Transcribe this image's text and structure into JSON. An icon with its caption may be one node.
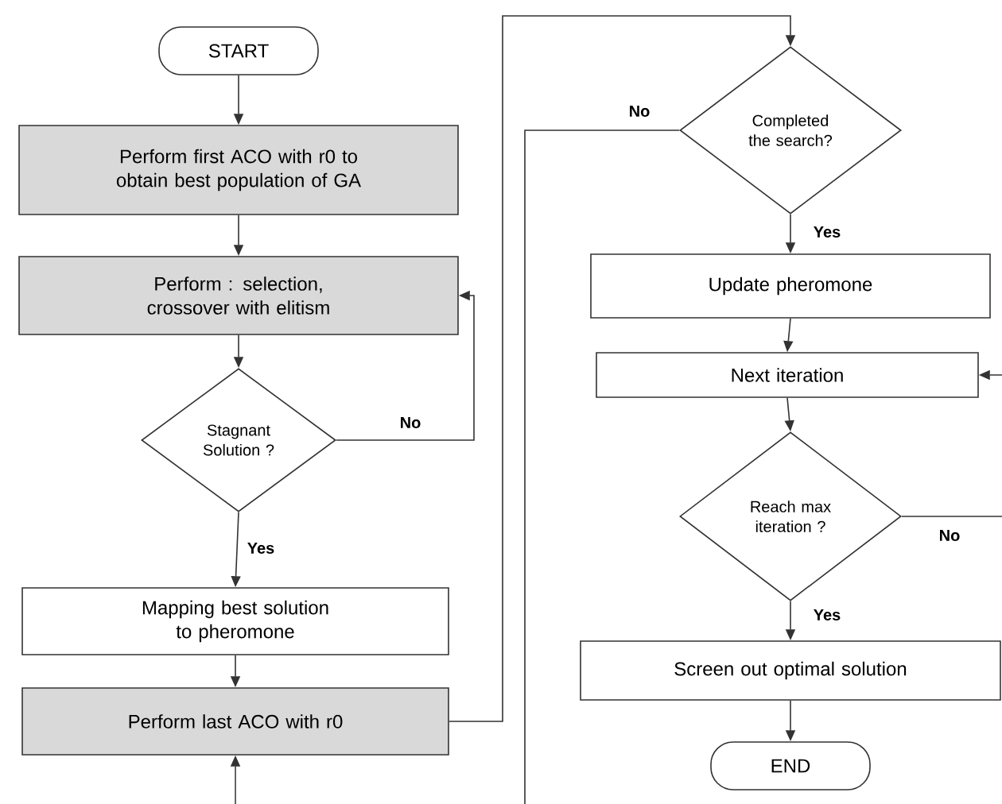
{
  "diagram": {
    "nodes": [
      {
        "text": [
          "START"
        ]
      },
      {
        "text": [
          "Perform first ACO with r0 to obtain best population of GA"
        ]
      },
      {
        "text": [
          "Perform : selection, crossover with elitism"
        ]
      },
      {
        "text": [
          "Stagnant Solution ?"
        ]
      },
      {
        "text": [
          "Mapping best solution to pheromone"
        ]
      },
      {
        "text": [
          "Perform last ACO with r0"
        ]
      },
      {
        "text": [
          "Completed the search?"
        ]
      },
      {
        "text": [
          "Update pheromone"
        ]
      },
      {
        "text": [
          "Next iteration"
        ]
      },
      {
        "text": [
          "Reach max iteration ?"
        ]
      },
      {
        "text": [
          "Screen out optimal solution"
        ]
      },
      {
        "text": [
          "END"
        ]
      }
    ],
    "edges": [
      {
        "from": 0,
        "to": 1,
        "arrow": "to"
      },
      {
        "from": 1,
        "to": 2,
        "arrow": "to"
      },
      {
        "from": 2,
        "to": 3,
        "arrow": "to"
      },
      {
        "from": 3,
        "to": 2,
        "arrow": "to",
        "label": "No"
      },
      {
        "from": 3,
        "to": 4,
        "arrow": "to",
        "label": "Yes"
      },
      {
        "from": 4,
        "to": 5,
        "arrow": "to"
      },
      {
        "from": 5,
        "to": 6,
        "arrow": "to"
      },
      {
        "from": 6,
        "to": null,
        "arrow": "none",
        "label": "No"
      },
      {
        "from": null,
        "to": 5,
        "arrow": "to"
      },
      {
        "from": 6,
        "to": 7,
        "arrow": "to",
        "label": "Yes"
      },
      {
        "from": 7,
        "to": 8,
        "arrow": "to"
      },
      {
        "from": 8,
        "to": 9,
        "arrow": "to"
      },
      {
        "from": null,
        "to": 8,
        "arrow": "to"
      },
      {
        "from": 9,
        "to": null,
        "arrow": "none",
        "label": "No"
      },
      {
        "from": 9,
        "to": 10,
        "arrow": "to",
        "label": "Yes"
      },
      {
        "from": 10,
        "to": 11,
        "arrow": "to"
      }
    ]
  }
}
